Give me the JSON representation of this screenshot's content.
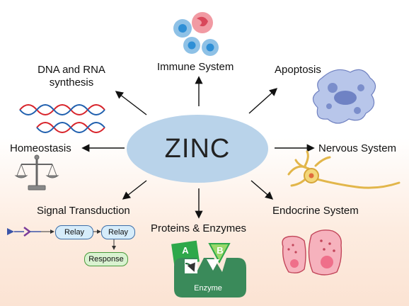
{
  "center": {
    "label": "ZINC"
  },
  "nodes": {
    "immune": "Immune System",
    "apoptosis": "Apoptosis",
    "dna_line1": "DNA and RNA",
    "dna_line2": "synthesis",
    "homeostasis": "Homeostasis",
    "nervous": "Nervous System",
    "signal": "Signal Transduction",
    "endocrine": "Endocrine System",
    "proteins": "Proteins & Enzymes"
  },
  "signal_diagram": {
    "relay1": "Relay",
    "relay2": "Relay",
    "response": "Response"
  },
  "enzyme_diagram": {
    "substrate_a": "A",
    "substrate_b": "B",
    "enzyme": "Enzyme"
  },
  "colors": {
    "center_fill": "#b9d3ea",
    "arrow": "#111111",
    "dna_red": "#d8232a",
    "dna_blue": "#1f5fae",
    "enzyme_green": "#3a8a5a",
    "relay_fill": "#d6ecfa",
    "response_fill": "#d9f2d0"
  }
}
